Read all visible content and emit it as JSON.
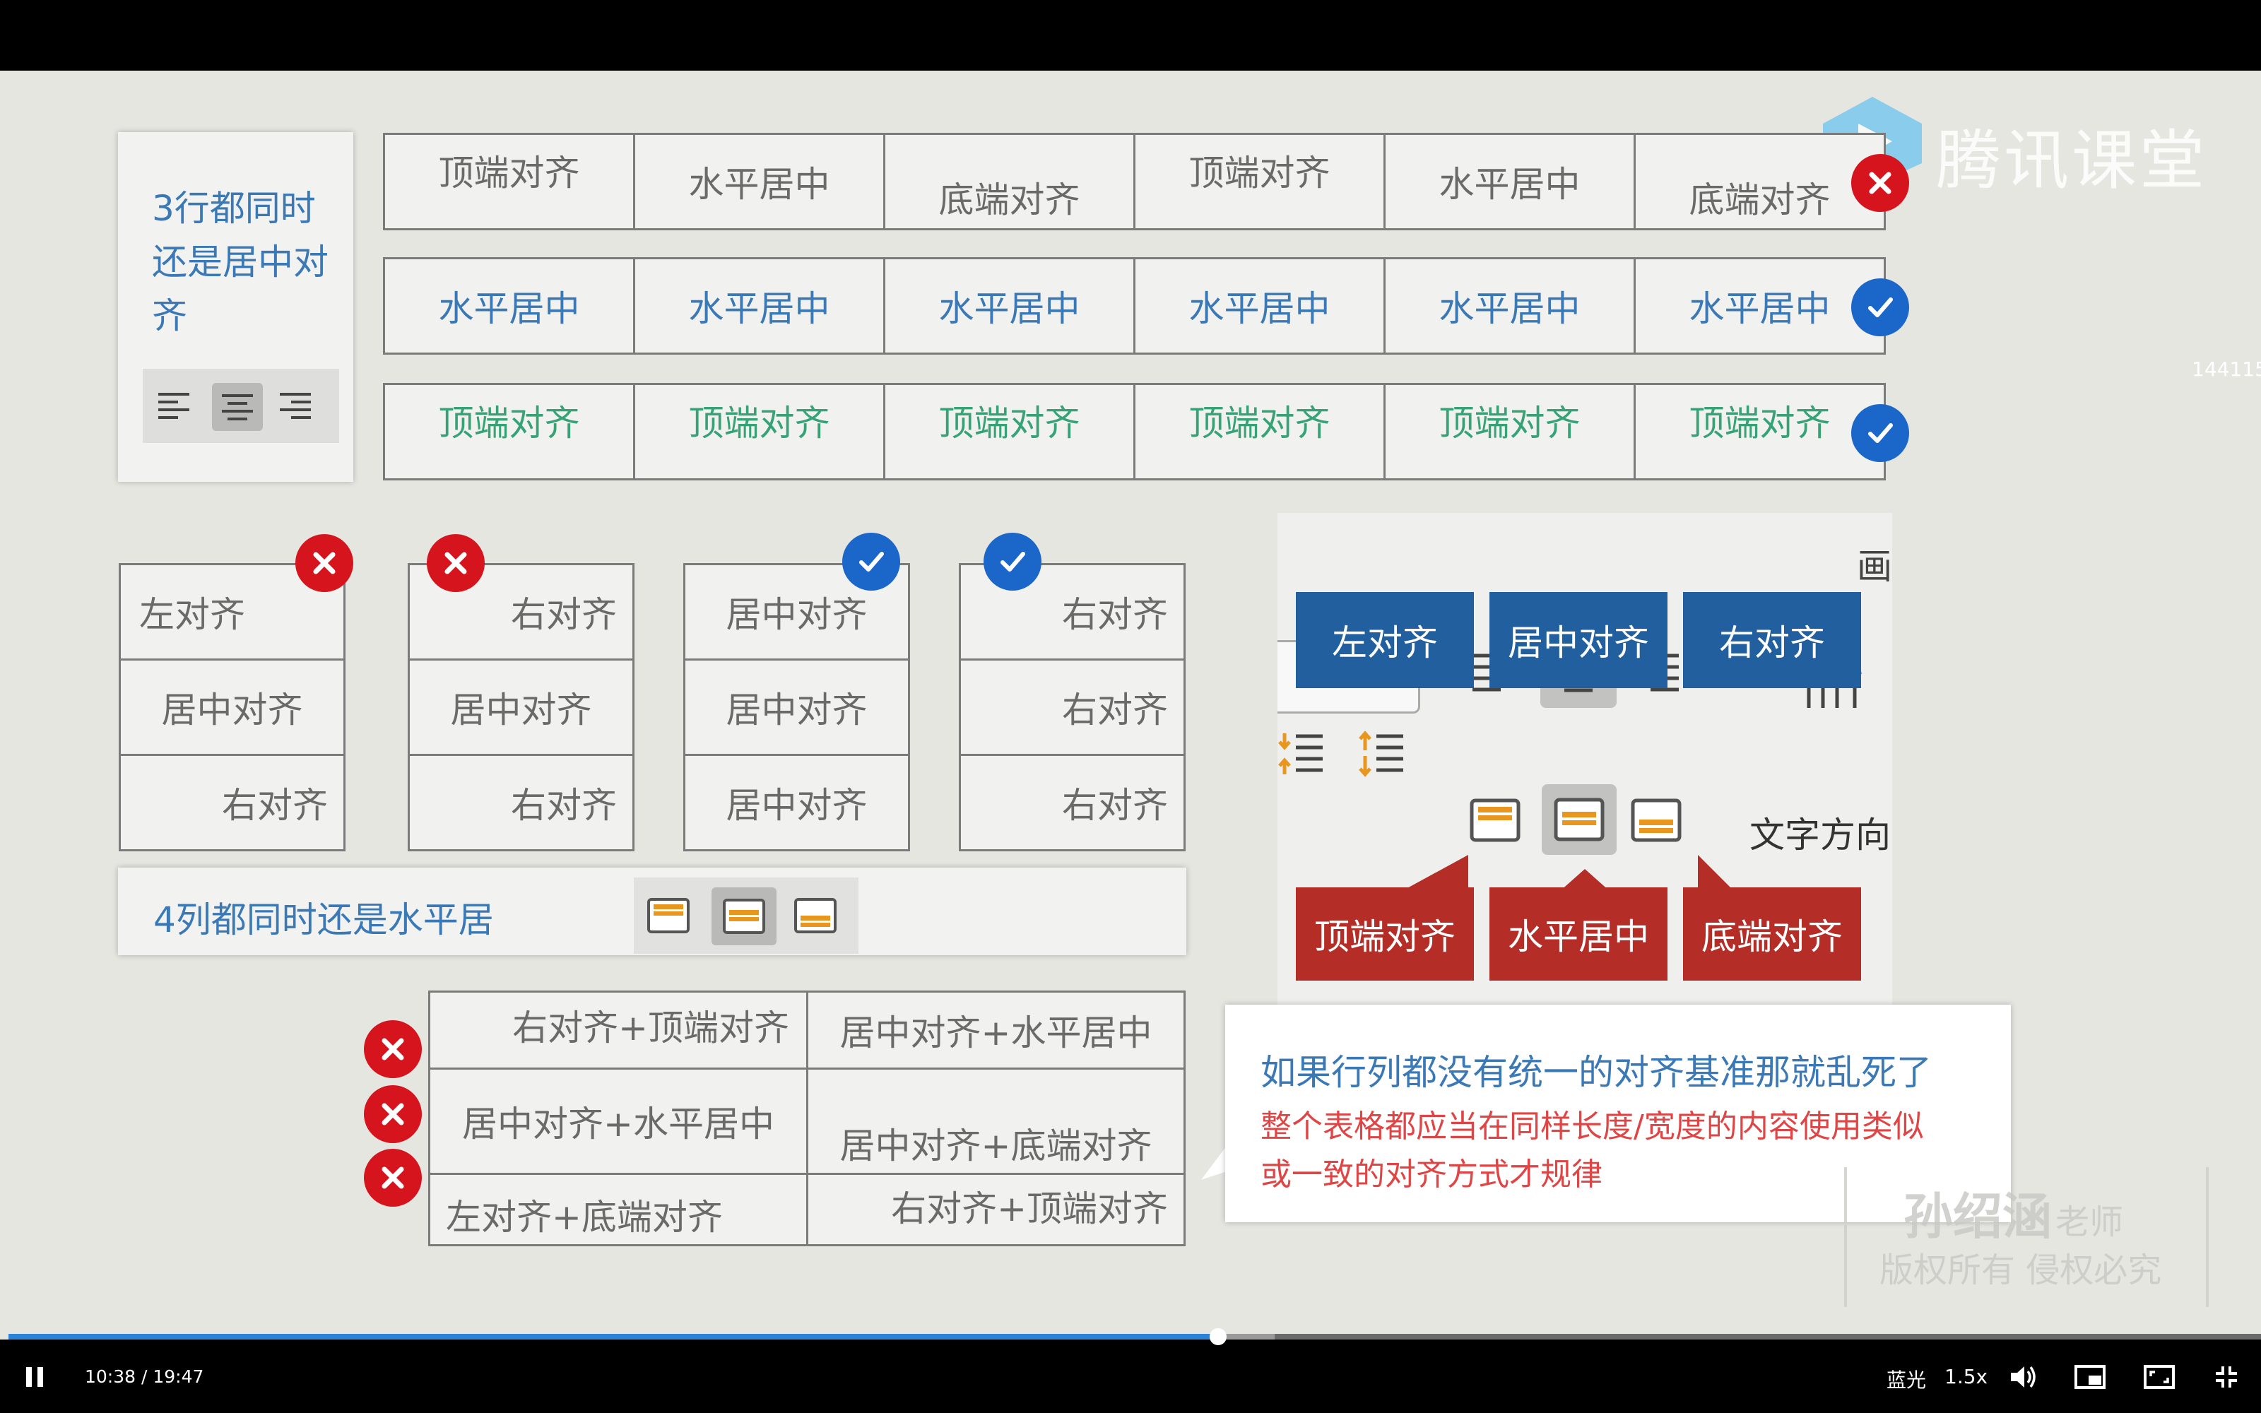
{
  "brand": {
    "logo_text": "腾讯课堂"
  },
  "side_counter": "144115",
  "panel1": {
    "title": "3行都同时还是居中对齐"
  },
  "table_rows": [
    {
      "cells": [
        "顶端对齐",
        "水平居中",
        "底端对齐",
        "顶端对齐",
        "水平居中",
        "底端对齐"
      ],
      "status": "wrong"
    },
    {
      "cells": [
        "水平居中",
        "水平居中",
        "水平居中",
        "水平居中",
        "水平居中",
        "水平居中"
      ],
      "status": "correct"
    },
    {
      "cells": [
        "顶端对齐",
        "顶端对齐",
        "顶端对齐",
        "顶端对齐",
        "顶端对齐",
        "顶端对齐"
      ],
      "status": "correct"
    }
  ],
  "col_tables": [
    {
      "cells": [
        "左对齐",
        "居中对齐",
        "右对齐"
      ],
      "status": "wrong"
    },
    {
      "cells": [
        "右对齐",
        "居中对齐",
        "右对齐"
      ],
      "status": "wrong"
    },
    {
      "cells": [
        "居中对齐",
        "居中对齐",
        "居中对齐"
      ],
      "status": "correct"
    },
    {
      "cells": [
        "右对齐",
        "右对齐",
        "右对齐"
      ],
      "status": "correct"
    }
  ],
  "panel2": {
    "title": "4列都同时还是水平居"
  },
  "ribbon": {
    "callouts_top": [
      "左对齐",
      "居中对齐",
      "右对齐"
    ],
    "callouts_bottom": [
      "顶端对齐",
      "水平居中",
      "底端对齐"
    ],
    "text_direction": "文字方向",
    "clipped_char": "画"
  },
  "mixed_table": {
    "rows": [
      [
        "右对齐+顶端对齐",
        "居中对齐+水平居中"
      ],
      [
        "居中对齐+水平居中",
        "居中对齐+底端对齐"
      ],
      [
        "左对齐+底端对齐",
        "右对齐+顶端对齐"
      ]
    ]
  },
  "note": {
    "title": "如果行列都没有统一的对齐基准那就乱死了",
    "body_line1": "整个表格都应当在同样长度/宽度的内容使用类似",
    "body_line2": "或一致的对齐方式才规律"
  },
  "watermark": {
    "name": "孙绍涵",
    "suffix": "老师",
    "copyright": "版权所有 侵权必究"
  },
  "player": {
    "time": "10:38 / 19:47",
    "quality": "蓝光",
    "speed": "1.5x",
    "progress": 0.537,
    "buffered": 0.562
  },
  "colors": {
    "accent_blue": "#215f9f",
    "accent_red": "#b52d27",
    "progress": "#2b83d8"
  }
}
